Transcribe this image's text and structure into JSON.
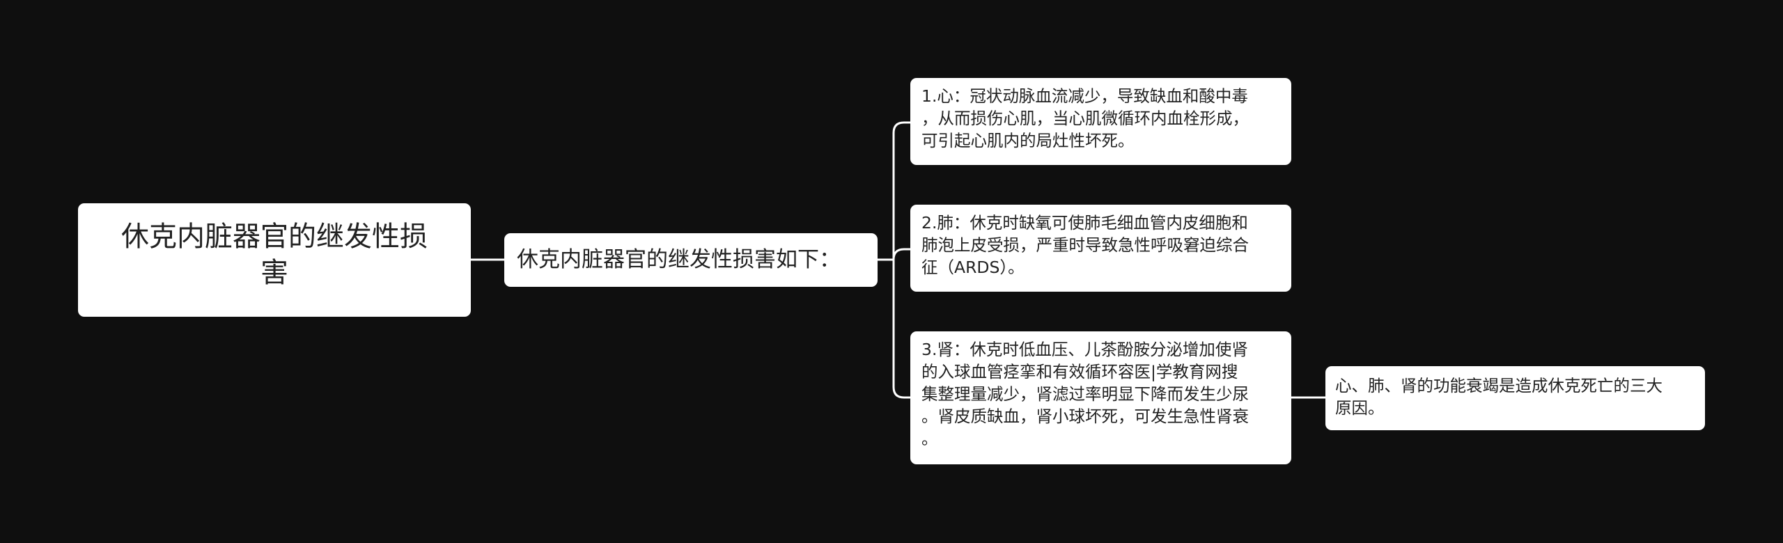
{
  "mindmap": {
    "background_color": "#0f0f0f",
    "node_color": "#ffffff",
    "text_color": "#222222",
    "line_color": "#ffffff",
    "root": {
      "lines": [
        "休克内脏器官的继发性损",
        "害"
      ]
    },
    "level1": {
      "label": "休克内脏器官的继发性损害如下："
    },
    "branches": [
      {
        "lines": [
          "1.心：冠状动脉血流减少，导致缺血和酸中毒",
          "，从而损伤心肌，当心肌微循环内血栓形成，",
          "可引起心肌内的局灶性坏死。"
        ]
      },
      {
        "lines": [
          "2.肺：休克时缺氧可使肺毛细血管内皮细胞和",
          "肺泡上皮受损，严重时导致急性呼吸窘迫综合",
          "征（ARDS）。"
        ]
      },
      {
        "lines": [
          "3.肾：休克时低血压、儿茶酚胺分泌增加使肾",
          "的入球血管痉挛和有效循环容医|学教育网搜",
          "集整理量减少，肾滤过率明显下降而发生少尿",
          "。肾皮质缺血，肾小球坏死，可发生急性肾衰",
          "。"
        ]
      }
    ],
    "summary": {
      "lines": [
        "心、肺、肾的功能衰竭是造成休克死亡的三大",
        "原因。"
      ]
    }
  }
}
